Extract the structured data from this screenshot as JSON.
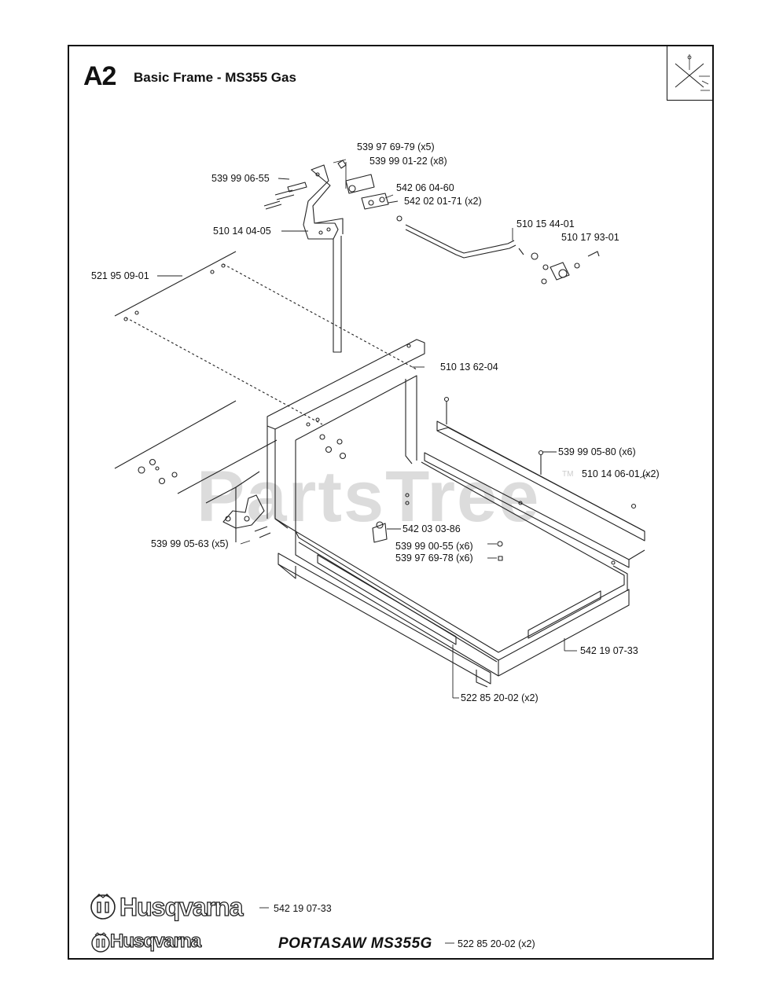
{
  "page": {
    "section_code": "A2",
    "title": "Basic Frame - MS355 Gas"
  },
  "watermark": {
    "text": "PartsTree",
    "tm": "TM"
  },
  "parts": [
    {
      "number": "539 97 69-79 (x5)"
    },
    {
      "number": "539 99 01-22 (x8)"
    },
    {
      "number": "539 99 06-55"
    },
    {
      "number": "542 06 04-60"
    },
    {
      "number": "542 02 01-71 (x2)"
    },
    {
      "number": "510 14 04-05"
    },
    {
      "number": "510 15 44-01"
    },
    {
      "number": "510 17 93-01"
    },
    {
      "number": "521 95 09-01"
    },
    {
      "number": "510 13 62-04"
    },
    {
      "number": "539 99 05-80 (x6)"
    },
    {
      "number": "510 14 06-01 (x2)"
    },
    {
      "number": "542 03 03-86"
    },
    {
      "number": "539 99 00-55 (x6)"
    },
    {
      "number": "539 97 69-78 (x6)"
    },
    {
      "number": "539 99 05-63 (x5)"
    },
    {
      "number": "542 19 07-33"
    },
    {
      "number": "522 85 20-02 (x2)"
    }
  ],
  "decals": {
    "husqvarna_large": {
      "brand": "Husqvarna",
      "part": "542 19 07-33"
    },
    "husqvarna_small": {
      "brand": "Husqvarna"
    },
    "product_decal": {
      "text": "PORTASAW  MS355G",
      "part": "522 85 20-02 (x2)"
    }
  }
}
